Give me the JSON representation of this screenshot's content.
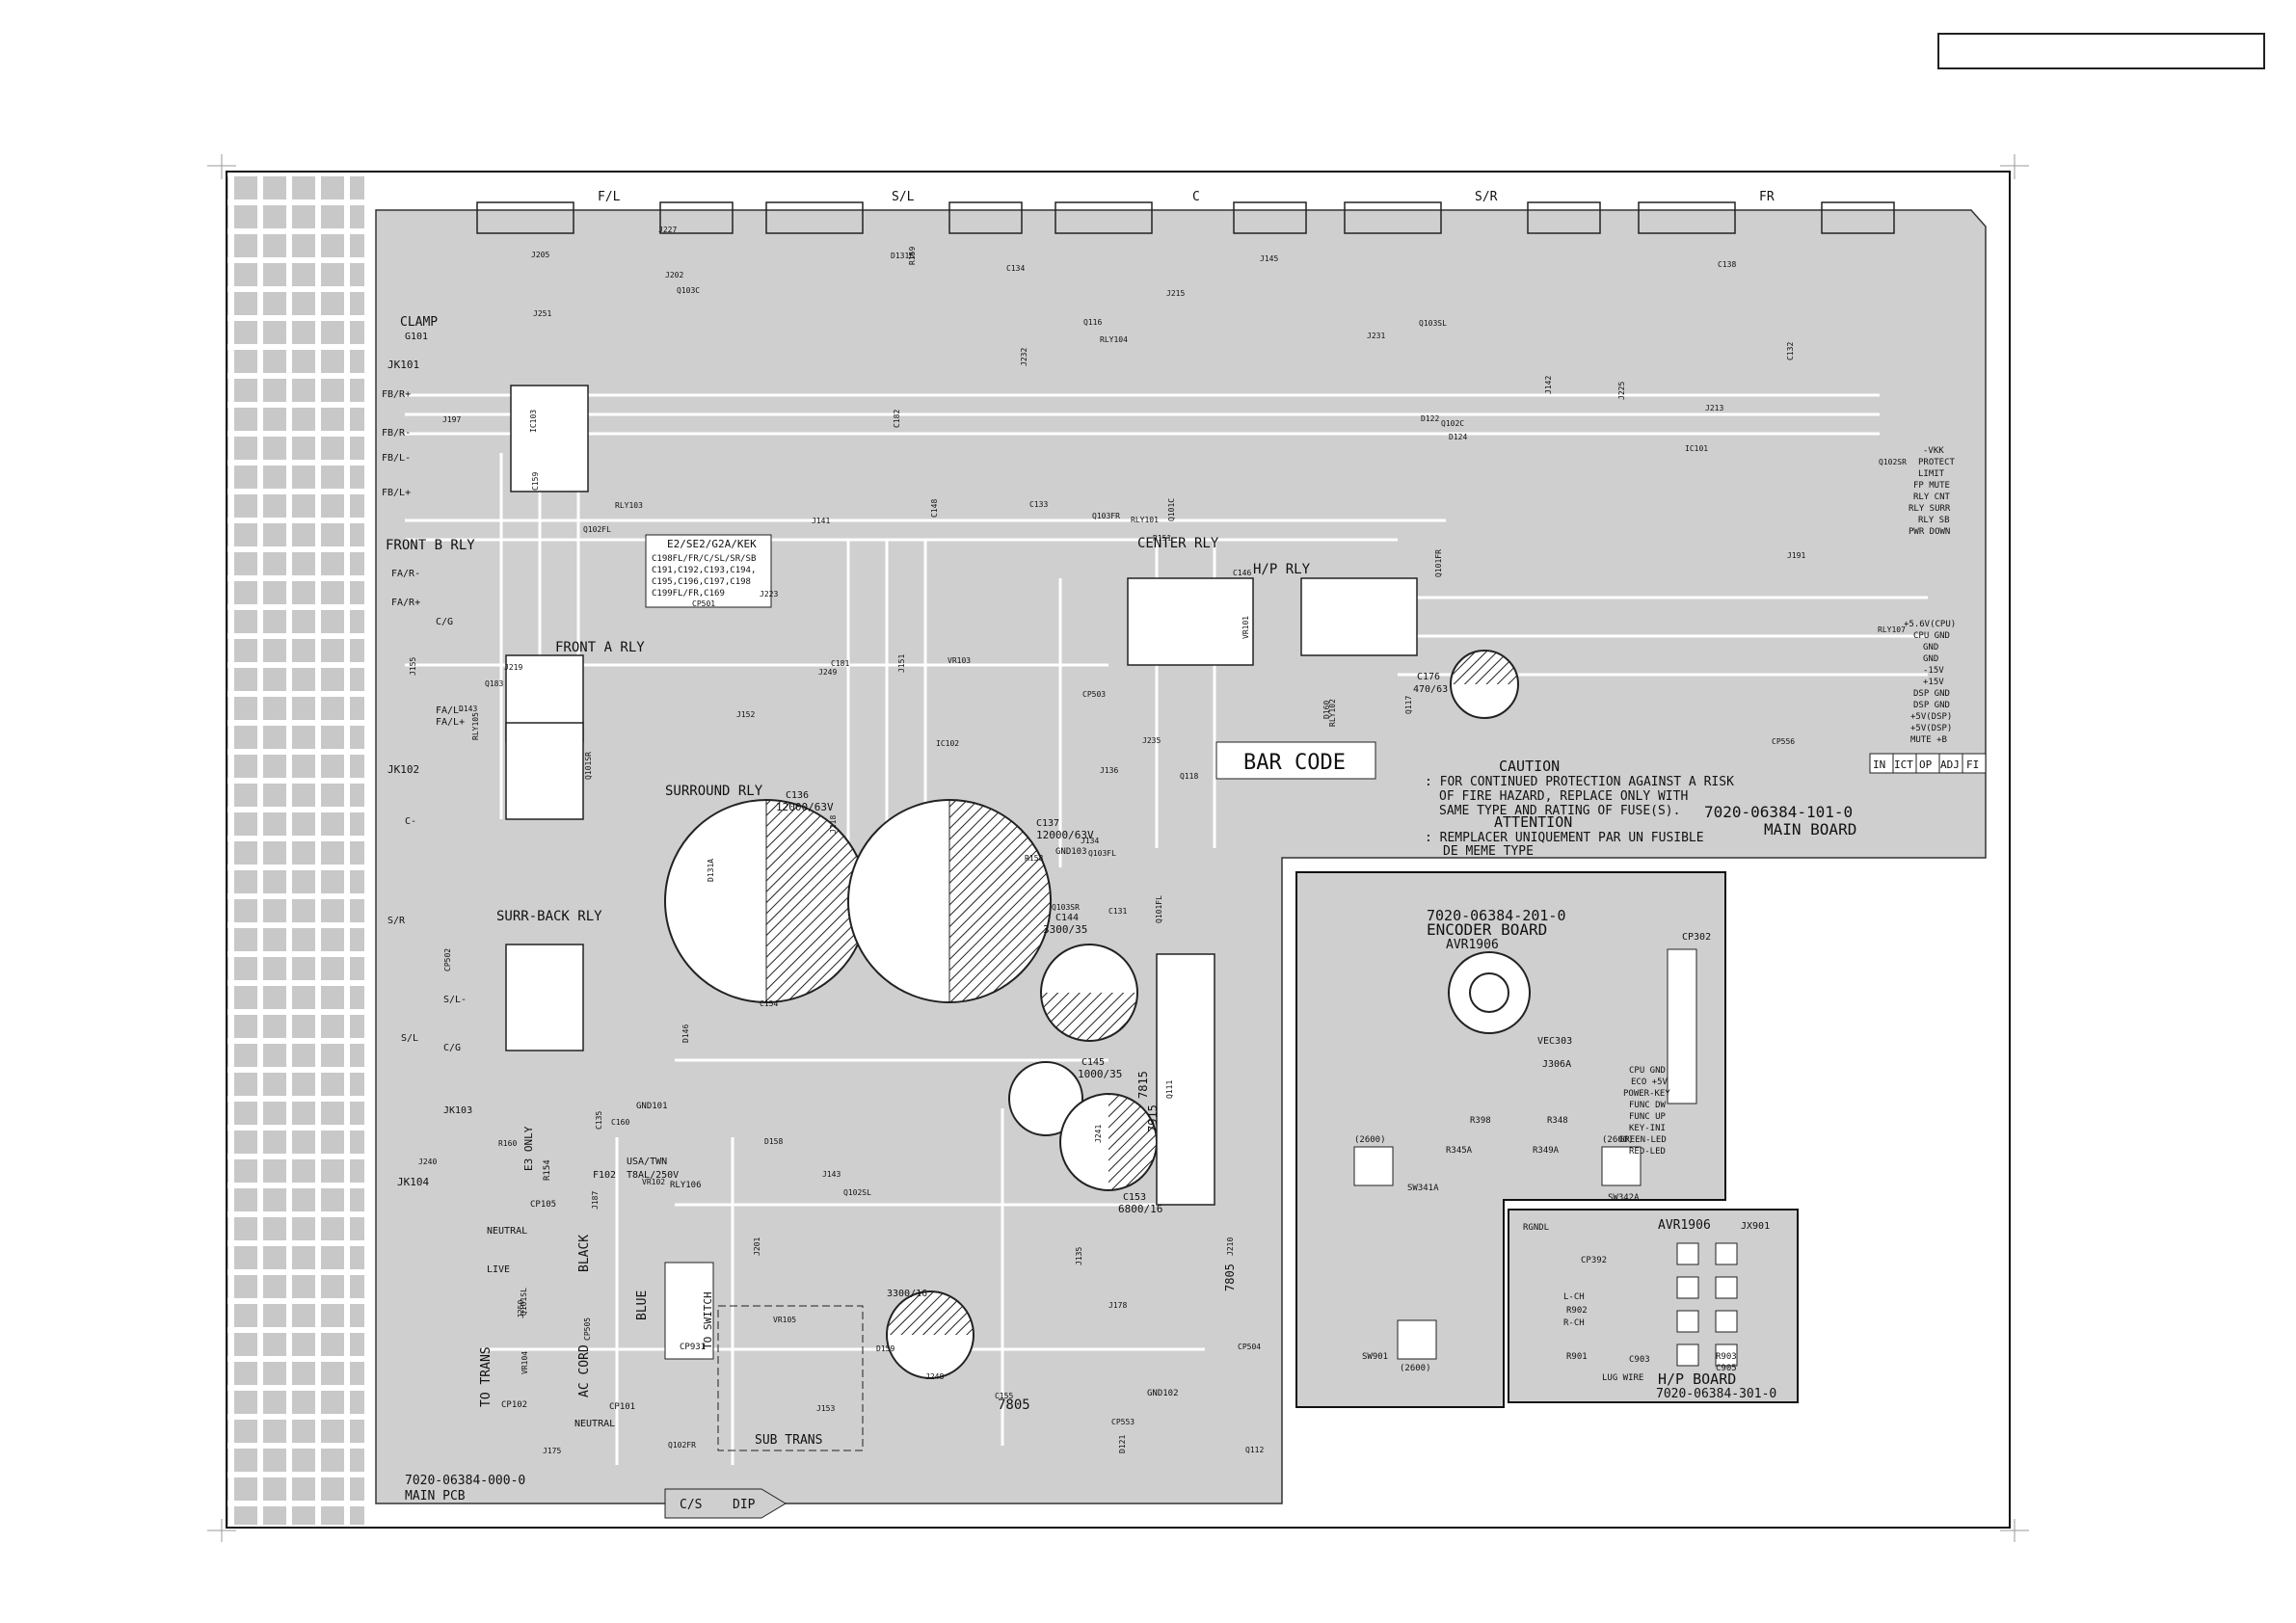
{
  "sections": {
    "fl": "F/L",
    "sl": "S/L",
    "c": "C",
    "sr": "S/R",
    "fr": "FR"
  },
  "relays": {
    "front_b": "FRONT B RLY",
    "front_a": "FRONT A RLY",
    "surround": "SURROUND RLY",
    "surr_back": "SURR-BACK RLY",
    "center": "CENTER RLY",
    "hp": "H/P RLY"
  },
  "connectors": {
    "jk101": "JK101",
    "jk102": "JK102",
    "jk103": "JK103",
    "jk104": "JK104",
    "fbr_plus": "FB/R+",
    "fbr_minus": "FB/R-",
    "fbl_minus": "FB/L-",
    "fbl_plus": "FB/L+",
    "far_minus": "FA/R-",
    "far_plus": "FA/R+",
    "cg": "C/G",
    "fal_minus": "FA/L-",
    "fal_plus": "FA/L+",
    "c_minus": "C-",
    "sr": "S/R",
    "sl_minus": "S/L-",
    "sl": "S/L",
    "cg2": "C/G",
    "clamp": "CLAMP",
    "g101": "G101"
  },
  "legend_box": {
    "title": "E2/SE2/G2A/KEK",
    "lines": [
      "C198FL/FR/C/SL/SR/SB",
      "C191,C192,C193,C194,",
      "C195,C196,C197,C198",
      "C199FL/FR,C169"
    ]
  },
  "caps": {
    "c136": "C136",
    "c136v": "12000/63V",
    "c137": "C137",
    "c137v": "12000/63V",
    "c144": "C144",
    "c144v": "3300/35",
    "c145": "C145",
    "c145v": "1000/35",
    "c153": "C153",
    "c153v": "6800/16",
    "c176": "C176",
    "c176v": "470/63",
    "c_bottom": "3300/16"
  },
  "bar_code": "BAR CODE",
  "caution": {
    "head": "CAUTION",
    "l1": ": FOR CONTINUED PROTECTION AGAINST A RISK",
    "l2": "OF FIRE HAZARD, REPLACE ONLY WITH",
    "l3": "SAME TYPE AND RATING OF FUSE(S).",
    "head2": "ATTENTION",
    "l4": ": REMPLACER UNIQUEMENT PAR UN FUSIBLE",
    "l5": "DE MEME TYPE"
  },
  "main_board": {
    "code": "7020-06384-101-0",
    "name": "MAIN BOARD"
  },
  "encoder_board": {
    "code": "7020-06384-201-0",
    "name": "ENCODER BOARD",
    "model": "AVR1906",
    "cp": "CP302",
    "vec": "VEC303",
    "ic": "J306A"
  },
  "encoder_pins": [
    "CPU GND",
    "ECO +5V",
    "POWER-KEY",
    "FUNC DW",
    "FUNC UP",
    "KEY-INI",
    "GREEN-LED",
    "RED-LED"
  ],
  "switches": {
    "sw341": "SW341A",
    "sw342": "SW342A",
    "sw901": "SW901",
    "t1": "(2600)",
    "t2": "(2600)",
    "t3": "(2600)",
    "r345": "R345A",
    "r349": "R349A",
    "r398": "R398",
    "r348": "R348"
  },
  "hp_board": {
    "code": "7020-06384-301-0",
    "name": "H/P BOARD",
    "model": "AVR1906",
    "jk": "JX901",
    "lch": "L-CH",
    "rch": "R-CH",
    "r902": "R902",
    "r901": "R901",
    "r903": "R903",
    "c905": "C905",
    "c903": "C903",
    "lug": "LUG WIRE",
    "cp392": "CP392",
    "rgndl": "RGNDL"
  },
  "test_boxes": [
    "IN",
    "ICT",
    "OP",
    "ADJ",
    "FI"
  ],
  "right_pins": [
    "+5.6V(CPU)",
    "CPU GND",
    "GND",
    "GND",
    "-15V",
    "+15V",
    "DSP GND",
    "DSP GND",
    "+5V(DSP)",
    "+5V(DSP)",
    "MUTE +B"
  ],
  "right_pins2": [
    "-VKK",
    "PROTECT",
    "LIMIT",
    "FP MUTE",
    "RLY CNT",
    "RLY SURR",
    "RLY SB",
    "PWR DOWN"
  ],
  "psu": {
    "to_trans": "TO TRANS",
    "ac_cord": "AC CORD",
    "live": "LIVE",
    "neutral": "NEUTRAL",
    "black": "BLACK",
    "blue": "BLUE",
    "to_switch": "TO SWITCH",
    "sub_trans": "SUB TRANS",
    "e3_only": "E3 ONLY",
    "r154": "R154",
    "usa_twn": "USA/TWN",
    "fuse": "T8AL/250V",
    "f102": "F102",
    "cp105": "CP105",
    "cp102": "CP102",
    "cp931": "CP931",
    "cp101": "CP101",
    "rly106": "RLY106",
    "gnd101": "GND101",
    "gnd102": "GND102",
    "gnd103": "GND103",
    "reg1": "7805",
    "reg2": "7815",
    "reg3": "7915",
    "reg4": "7805",
    "reg5": "7815"
  },
  "main_pcb": {
    "code": "7020-06384-000-0",
    "name": "MAIN PCB"
  },
  "arrow": {
    "dip": "DIP",
    "cs": "C/S"
  },
  "ref_small": [
    "Q101FL",
    "Q102FL",
    "Q103FL",
    "Q101SL",
    "Q102SL",
    "Q103SL",
    "Q101C",
    "Q102C",
    "Q103C",
    "Q101SR",
    "Q102SR",
    "Q103SR",
    "Q101FR",
    "Q102FR",
    "Q103FR",
    "VR101",
    "VR102",
    "VR103",
    "VR104",
    "VR105",
    "RLY101",
    "RLY102",
    "RLY103",
    "RLY104",
    "RLY105",
    "RLY107",
    "J134",
    "J135",
    "J136",
    "J141",
    "J142",
    "J143",
    "J145",
    "J151",
    "J152",
    "J153",
    "J155",
    "J175",
    "J178",
    "J187",
    "J191",
    "J197",
    "J201",
    "J202",
    "J205",
    "J210",
    "J213",
    "J215",
    "J218",
    "J219",
    "J223",
    "J225",
    "J227",
    "J231",
    "J232",
    "J235",
    "J240",
    "J241",
    "J248",
    "J249",
    "J250",
    "J251",
    "CP501",
    "CP502",
    "CP503",
    "CP504",
    "CP505",
    "CP553",
    "CP556",
    "Q111",
    "Q112",
    "Q116",
    "Q117",
    "Q118",
    "Q183",
    "D121",
    "D122",
    "D124",
    "D131A",
    "D131B",
    "D143",
    "D146",
    "D158",
    "D159",
    "D160",
    "IC101",
    "IC102",
    "IC103",
    "R151",
    "R158",
    "R159",
    "R160",
    "C131",
    "C132",
    "C133",
    "C134",
    "C135",
    "C138",
    "C146",
    "C148",
    "C154",
    "C155",
    "C159",
    "C160",
    "C181",
    "C182"
  ]
}
